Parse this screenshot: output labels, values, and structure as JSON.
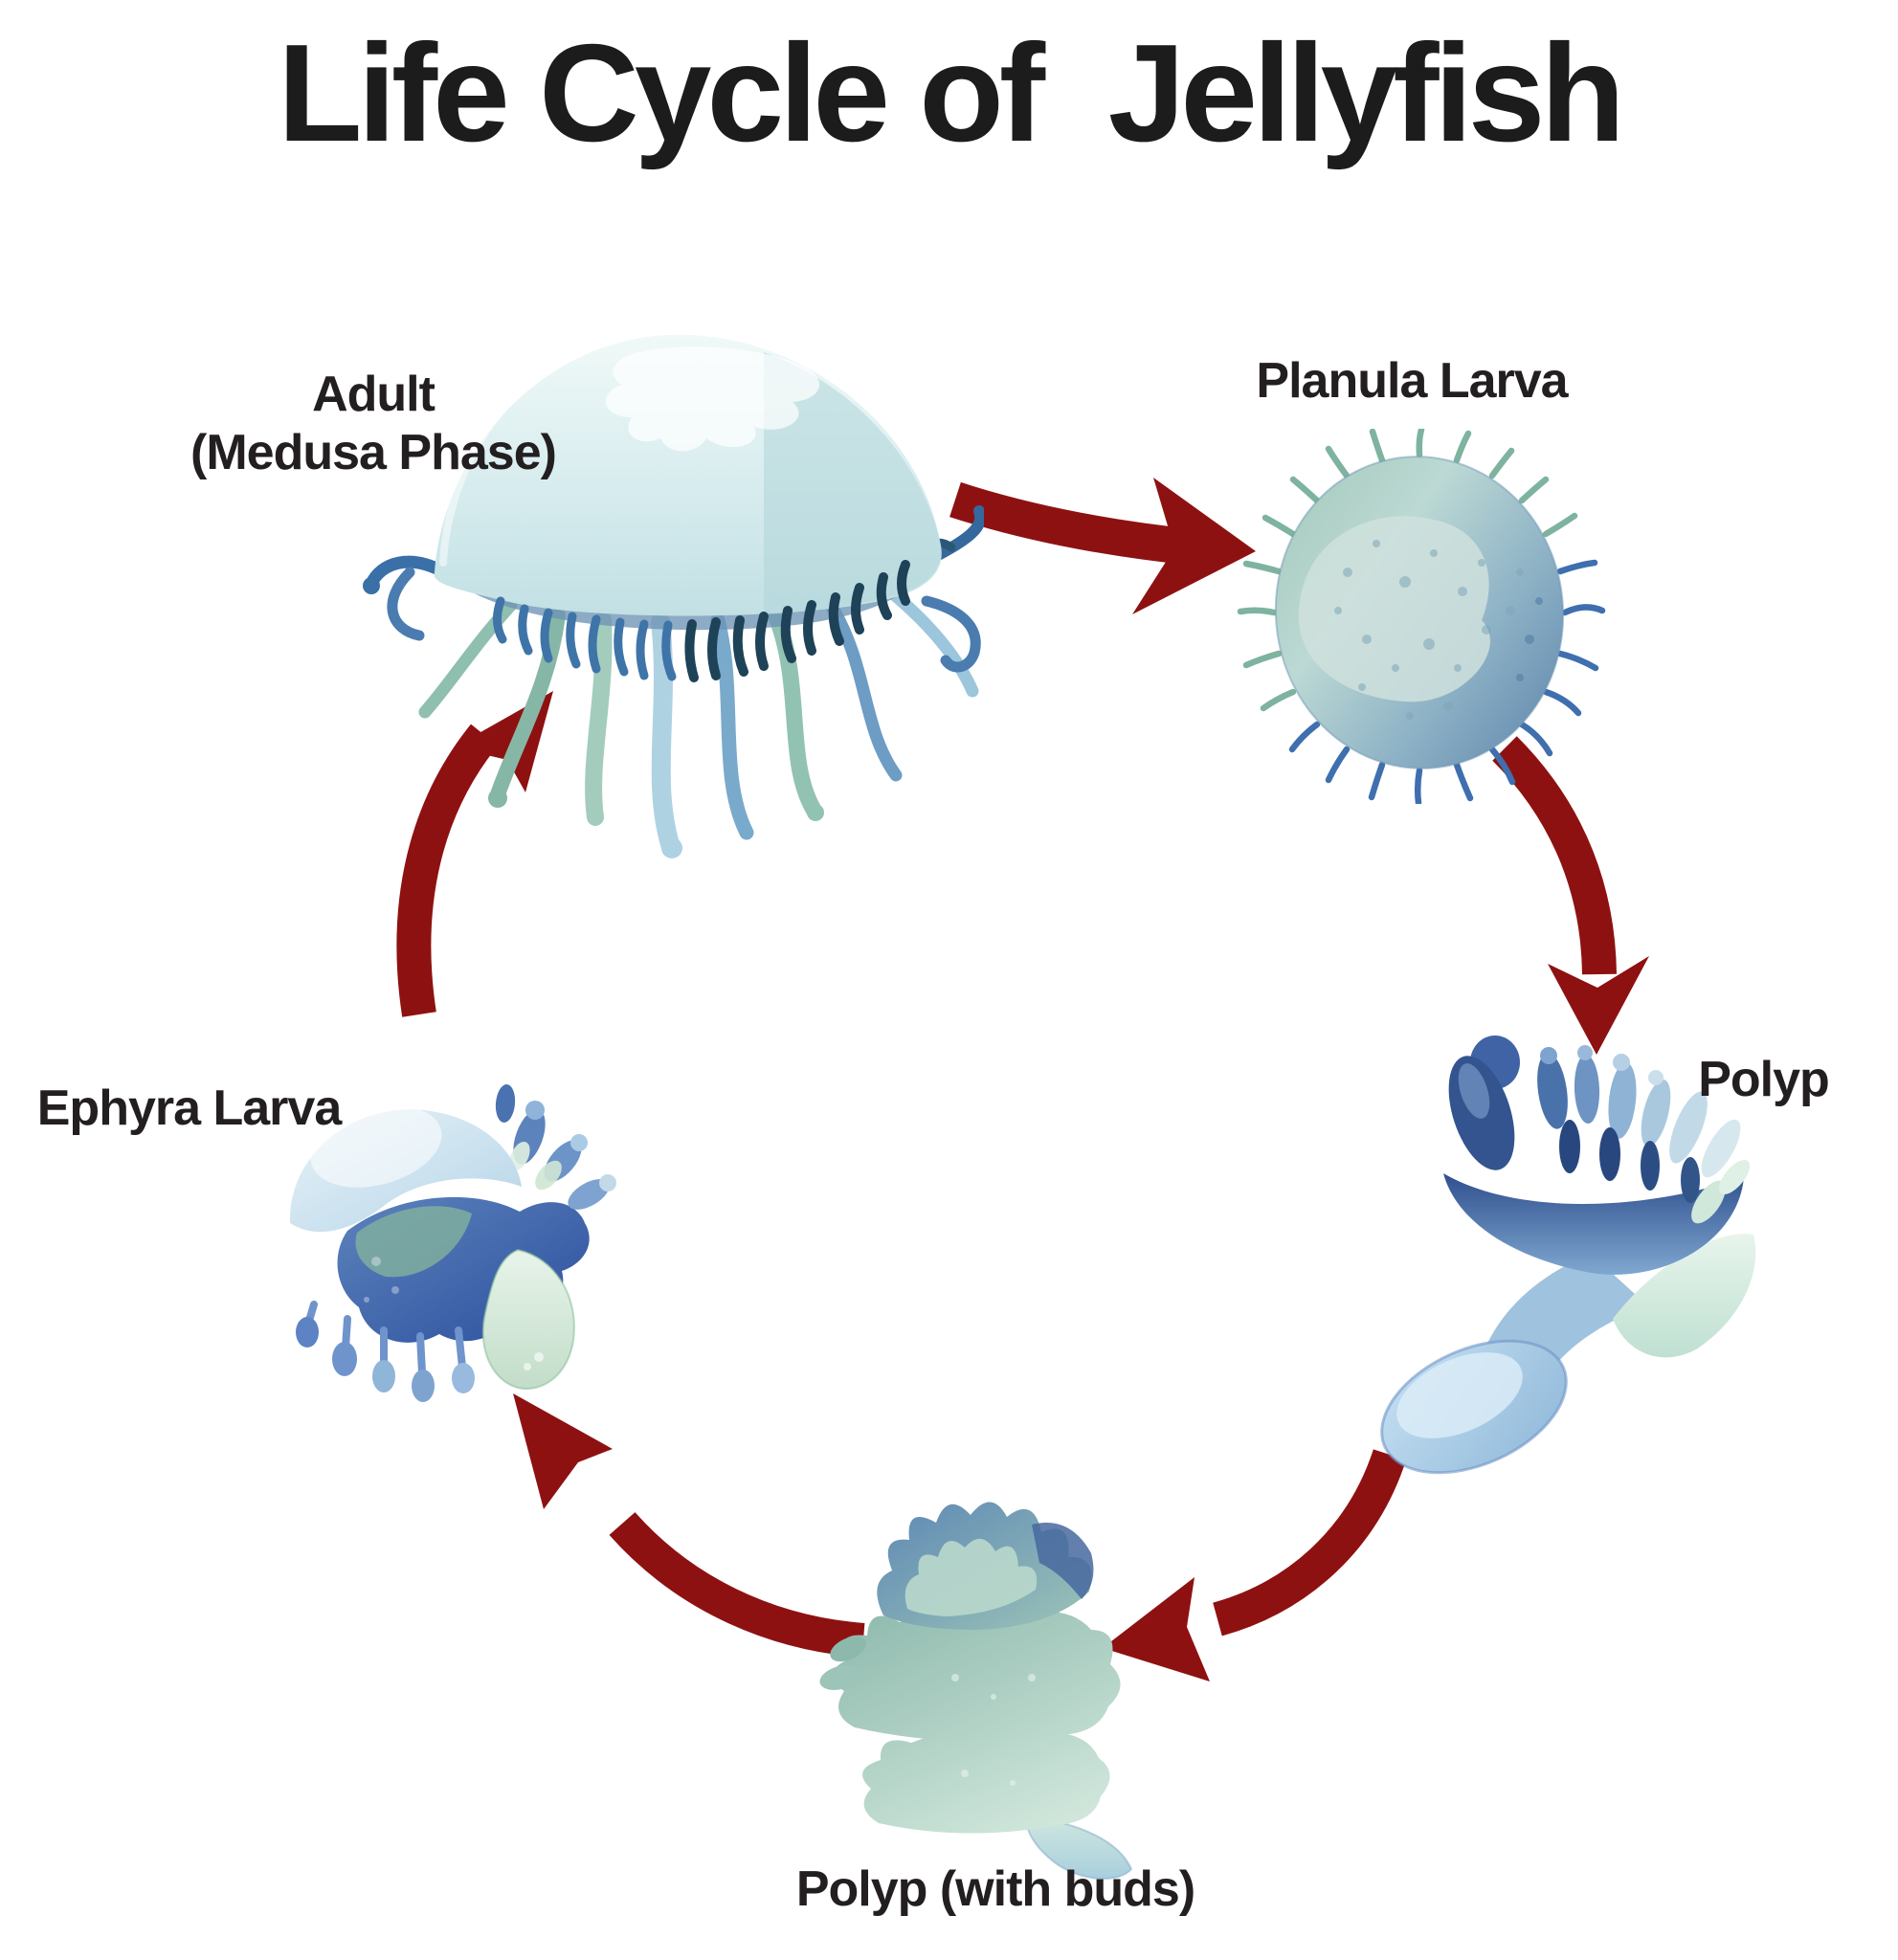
{
  "title": "Life Cycle of  Jellyfish",
  "stages": [
    {
      "name": "adult",
      "label_line1": "Adult",
      "label_line2": "(Medusa Phase)"
    },
    {
      "name": "planula",
      "label": "Planula Larva"
    },
    {
      "name": "polyp",
      "label": "Polyp"
    },
    {
      "name": "polyp-with-buds",
      "label": "Polyp (with buds)"
    },
    {
      "name": "ephyra",
      "label": "Ephyra Larva"
    }
  ],
  "cycle_order": [
    "Adult (Medusa Phase)",
    "Planula Larva",
    "Polyp",
    "Polyp (with buds)",
    "Ephyra Larva"
  ],
  "colors": {
    "arrow": "#8e1111",
    "title_text": "#1c1c1c",
    "label_text": "#231f20",
    "jellyfish_light": "#d9edf0",
    "jellyfish_blue": "#4a78b0",
    "jellyfish_navy": "#27477e",
    "jellyfish_teal": "#7fb5a3",
    "jellyfish_seafoam": "#bcdccf"
  }
}
